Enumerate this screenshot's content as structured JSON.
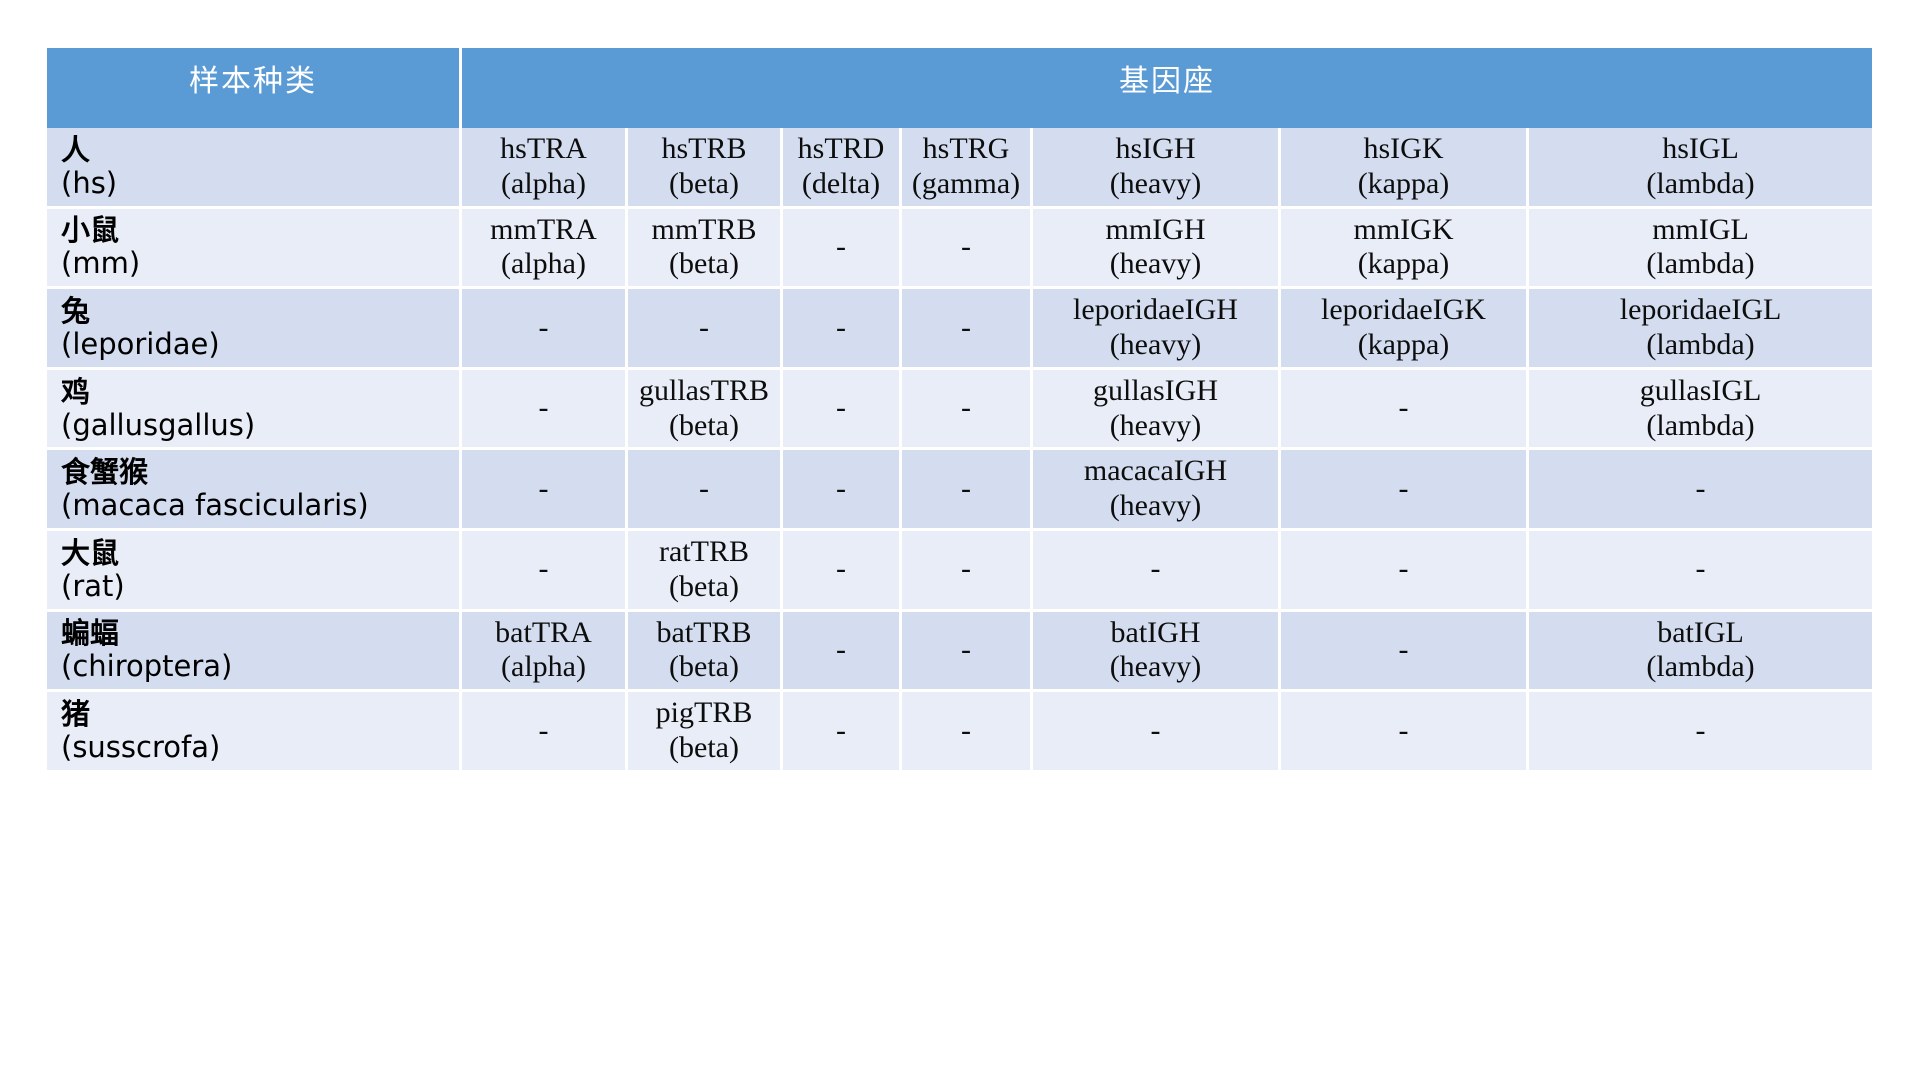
{
  "colors": {
    "header_blue": "#5B9BD5",
    "row_dark": "#D3DDEF",
    "row_light": "#E9EDF7",
    "page_background": "#FFFFFF",
    "header_text": "#FFFFFF",
    "body_text": "#0D0D0D"
  },
  "table": {
    "header": {
      "species_label": "样本种类",
      "locus_label": "基因座"
    },
    "rows": [
      {
        "species_cn": "人",
        "species_la": "(hs)",
        "cells": [
          {
            "name": "hsTRA",
            "sub": "(alpha)"
          },
          {
            "name": "hsTRB",
            "sub": "(beta)"
          },
          {
            "name": "hsTRD",
            "sub": "(delta)"
          },
          {
            "name": "hsTRG",
            "sub": "(gamma)"
          },
          {
            "name": "hsIGH",
            "sub": "(heavy)"
          },
          {
            "name": "hsIGK",
            "sub": "(kappa)"
          },
          {
            "name": "hsIGL",
            "sub": "(lambda)"
          }
        ]
      },
      {
        "species_cn": "小鼠",
        "species_la": "(mm)",
        "cells": [
          {
            "name": "mmTRA",
            "sub": "(alpha)"
          },
          {
            "name": "mmTRB",
            "sub": "(beta)"
          },
          {
            "name": "-",
            "sub": ""
          },
          {
            "name": "-",
            "sub": ""
          },
          {
            "name": "mmIGH",
            "sub": "(heavy)"
          },
          {
            "name": "mmIGK",
            "sub": "(kappa)"
          },
          {
            "name": "mmIGL",
            "sub": "(lambda)"
          }
        ]
      },
      {
        "species_cn": "兔",
        "species_la": "(leporidae)",
        "cells": [
          {
            "name": "-",
            "sub": ""
          },
          {
            "name": "-",
            "sub": ""
          },
          {
            "name": "-",
            "sub": ""
          },
          {
            "name": "-",
            "sub": ""
          },
          {
            "name": "leporidaeIGH",
            "sub": "(heavy)"
          },
          {
            "name": "leporidaeIGK",
            "sub": "(kappa)"
          },
          {
            "name": "leporidaeIGL",
            "sub": "(lambda)"
          }
        ]
      },
      {
        "species_cn": "鸡",
        "species_la": "(gallusgallus)",
        "cells": [
          {
            "name": "-",
            "sub": ""
          },
          {
            "name": "gullasTRB",
            "sub": "(beta)"
          },
          {
            "name": "-",
            "sub": ""
          },
          {
            "name": "-",
            "sub": ""
          },
          {
            "name": "gullasIGH",
            "sub": "(heavy)"
          },
          {
            "name": "-",
            "sub": ""
          },
          {
            "name": "gullasIGL",
            "sub": "(lambda)"
          }
        ]
      },
      {
        "species_cn": "食蟹猴",
        "species_la": "(macaca fascicularis)",
        "cells": [
          {
            "name": "-",
            "sub": ""
          },
          {
            "name": "-",
            "sub": ""
          },
          {
            "name": "-",
            "sub": ""
          },
          {
            "name": "-",
            "sub": ""
          },
          {
            "name": "macacaIGH",
            "sub": "(heavy)"
          },
          {
            "name": "-",
            "sub": ""
          },
          {
            "name": "-",
            "sub": ""
          }
        ]
      },
      {
        "species_cn": "大鼠",
        "species_la": "(rat)",
        "cells": [
          {
            "name": "-",
            "sub": ""
          },
          {
            "name": "ratTRB",
            "sub": "(beta)"
          },
          {
            "name": "-",
            "sub": ""
          },
          {
            "name": "-",
            "sub": ""
          },
          {
            "name": "-",
            "sub": ""
          },
          {
            "name": "-",
            "sub": ""
          },
          {
            "name": "-",
            "sub": ""
          }
        ]
      },
      {
        "species_cn": "蝙蝠",
        "species_la": "(chiroptera)",
        "cells": [
          {
            "name": "batTRA",
            "sub": "(alpha)"
          },
          {
            "name": "batTRB",
            "sub": "(beta)"
          },
          {
            "name": "-",
            "sub": ""
          },
          {
            "name": "-",
            "sub": ""
          },
          {
            "name": "batIGH",
            "sub": "(heavy)"
          },
          {
            "name": "-",
            "sub": ""
          },
          {
            "name": "batIGL",
            "sub": "(lambda)"
          }
        ]
      },
      {
        "species_cn": "猪",
        "species_la": "(susscrofa)",
        "cells": [
          {
            "name": "-",
            "sub": ""
          },
          {
            "name": "pigTRB",
            "sub": "(beta)"
          },
          {
            "name": "-",
            "sub": ""
          },
          {
            "name": "-",
            "sub": ""
          },
          {
            "name": "-",
            "sub": ""
          },
          {
            "name": "-",
            "sub": ""
          },
          {
            "name": "-",
            "sub": ""
          }
        ]
      }
    ]
  }
}
